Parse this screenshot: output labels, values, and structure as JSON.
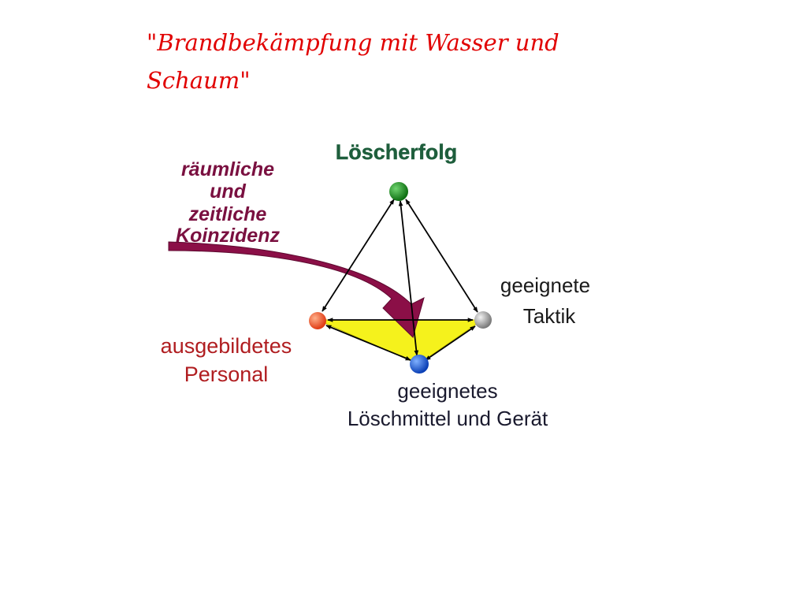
{
  "title": {
    "line1": "\"Brandbekämpfung mit Wasser und",
    "line2": "Schaum\""
  },
  "diagram": {
    "top_label": "Löscherfolg",
    "coincidence_label": [
      "räumliche",
      "und",
      "zeitliche",
      "Koinzidenz"
    ],
    "right_label": [
      "geeignete",
      "Taktik"
    ],
    "left_label": [
      "ausgebildetes",
      "Personal"
    ],
    "bottom_label": [
      "geeignetes",
      "Löschmittel und Gerät"
    ]
  },
  "colors": {
    "title": "#e10000",
    "node_top": "#1a8a1a",
    "node_left": "#f0542a",
    "node_right": "#a8a8a8",
    "node_bottom": "#1e5bd6",
    "triangle_fill": "#f5f21c",
    "coincidence_arrow": "#8b0f47",
    "label_top": "#1e5e3c",
    "label_left": "#b01d20",
    "label_right": "#1a1a1a",
    "label_bottom": "#1a1a2e",
    "label_coincidence": "#7a1040"
  }
}
